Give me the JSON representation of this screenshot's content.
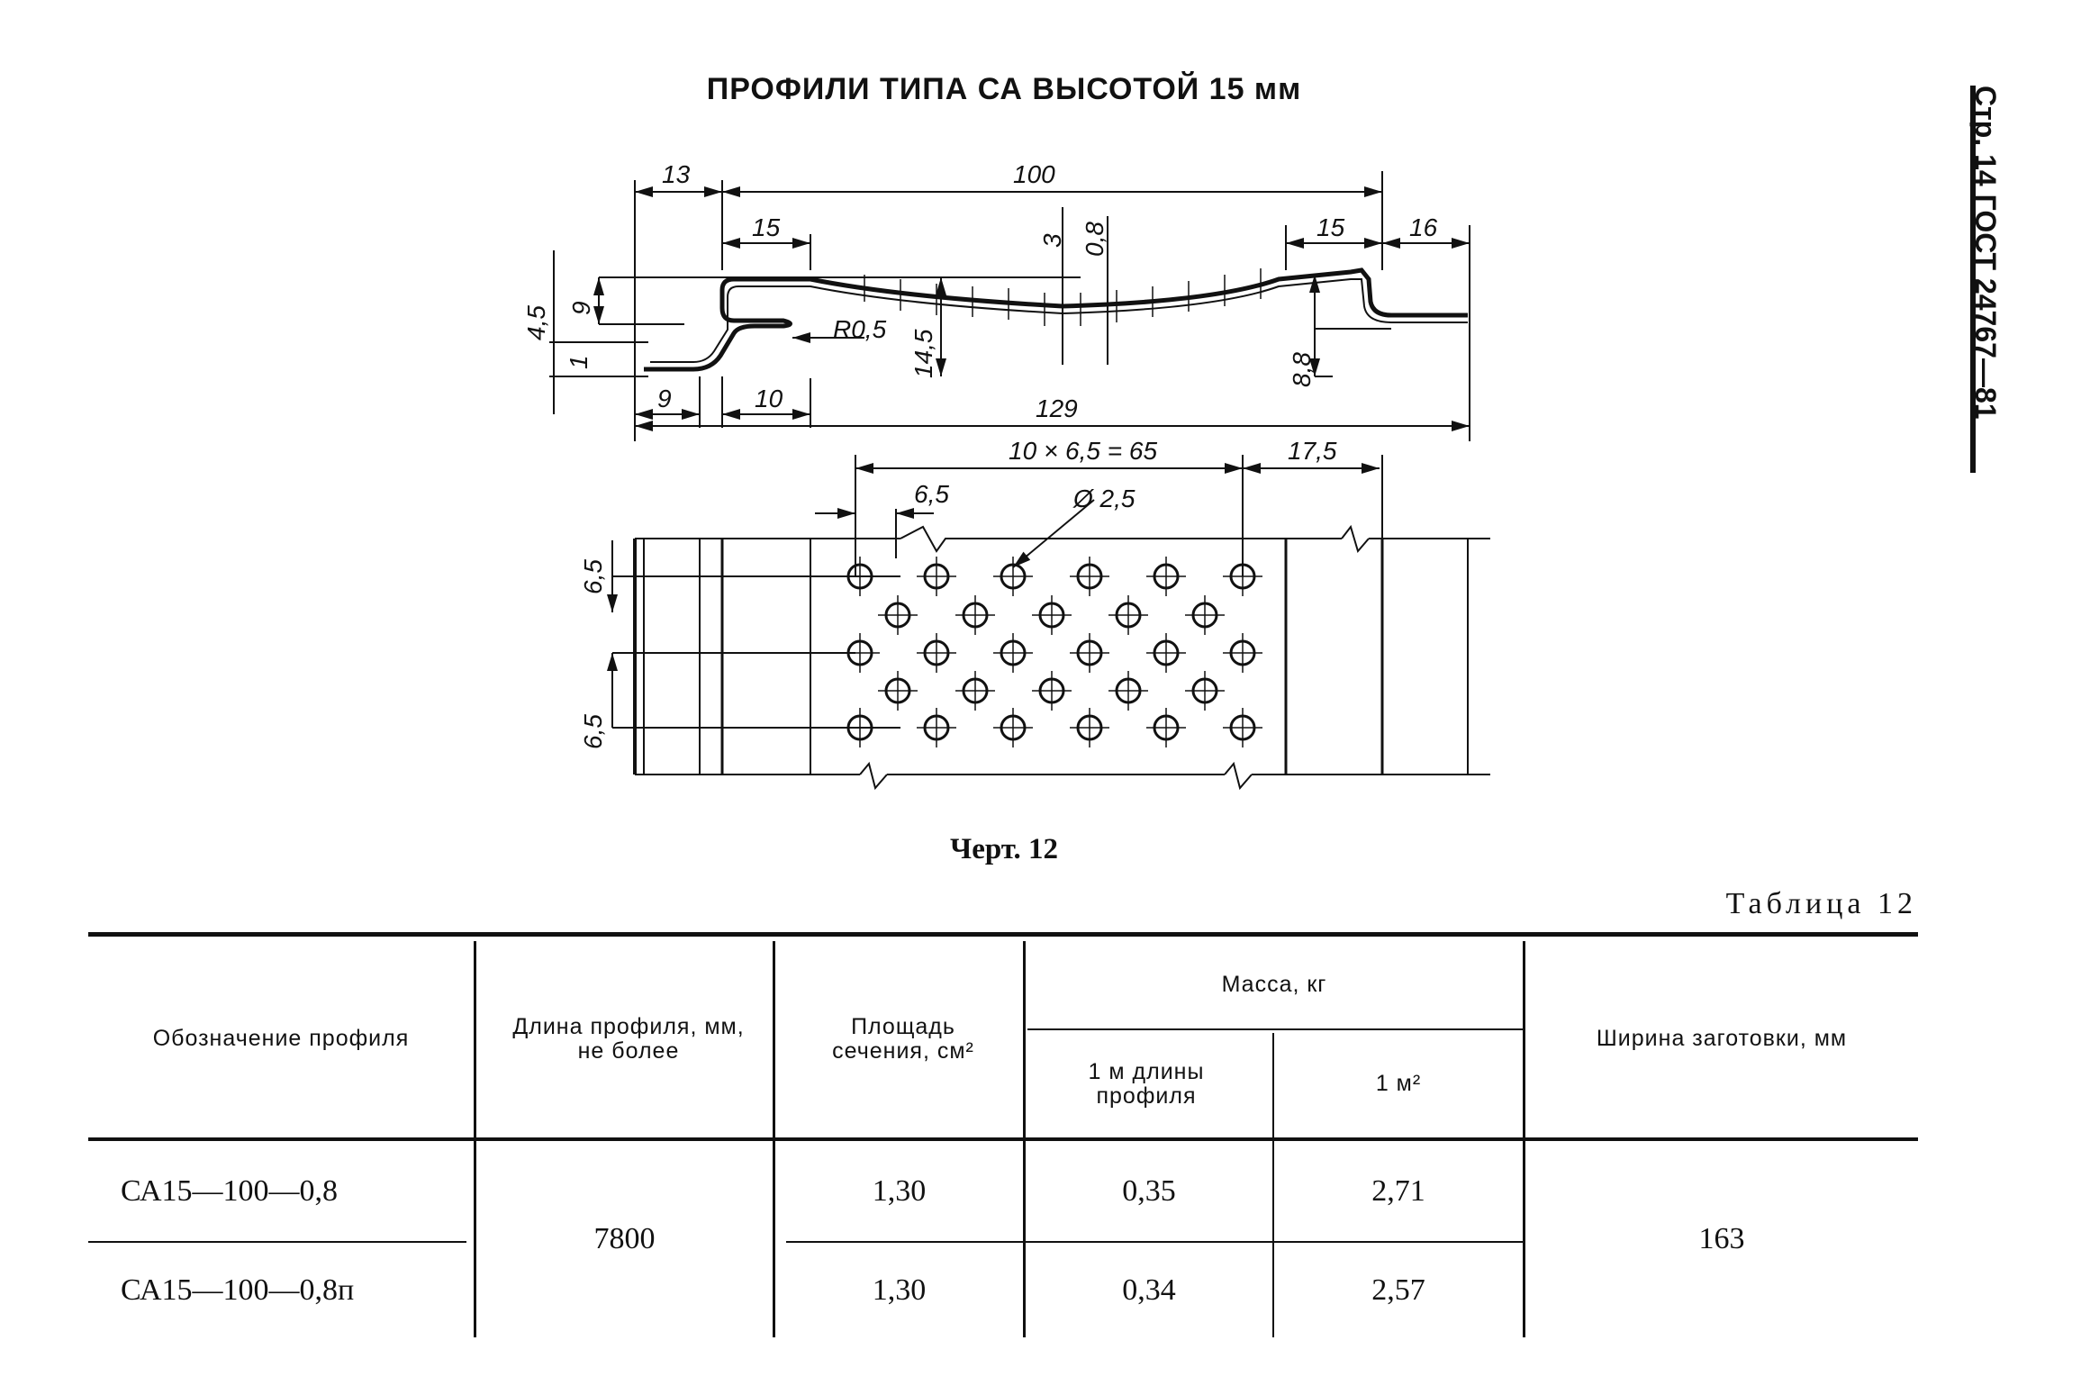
{
  "page": {
    "title": "ПРОФИЛИ ТИПА СА ВЫСОТОЙ 15 мм",
    "side_header": "Стр. 14 ГОСТ 24767—81",
    "drawing_caption": "Черт. 12",
    "table_label": "Таблица 12"
  },
  "drawing": {
    "dims": {
      "d13": "13",
      "d100": "100",
      "d15a": "15",
      "d15b": "15",
      "d16": "16",
      "d3": "3",
      "d08": "0,8",
      "d45": "4,5",
      "d9": "9",
      "d1": "1",
      "r05": "R0,5",
      "d145": "14,5",
      "d88": "8,8",
      "d9b": "9",
      "d10": "10",
      "d129": "129",
      "d65total": "10 × 6,5 = 65",
      "d175": "17,5",
      "d65a": "6,5",
      "dhole": "Ø 2,5",
      "d65b": "6,5",
      "d65c": "6,5"
    }
  },
  "table": {
    "headers": {
      "designation": "Обозначение профиля",
      "length": "Длина профиля, мм, не более",
      "area": "Площадь сечения, см²",
      "mass": "Масса, кг",
      "mass_per_m": "1 м длины профиля",
      "mass_per_m2": "1 м²",
      "blank_width": "Ширина заготовки, мм"
    },
    "rows": [
      {
        "designation": "СА15—100—0,8",
        "area": "1,30",
        "mass_per_m": "0,35",
        "mass_per_m2": "2,71"
      },
      {
        "designation": "СА15—100—0,8п",
        "area": "1,30",
        "mass_per_m": "0,34",
        "mass_per_m2": "2,57"
      }
    ],
    "merged": {
      "length": "7800",
      "blank_width": "163"
    }
  }
}
